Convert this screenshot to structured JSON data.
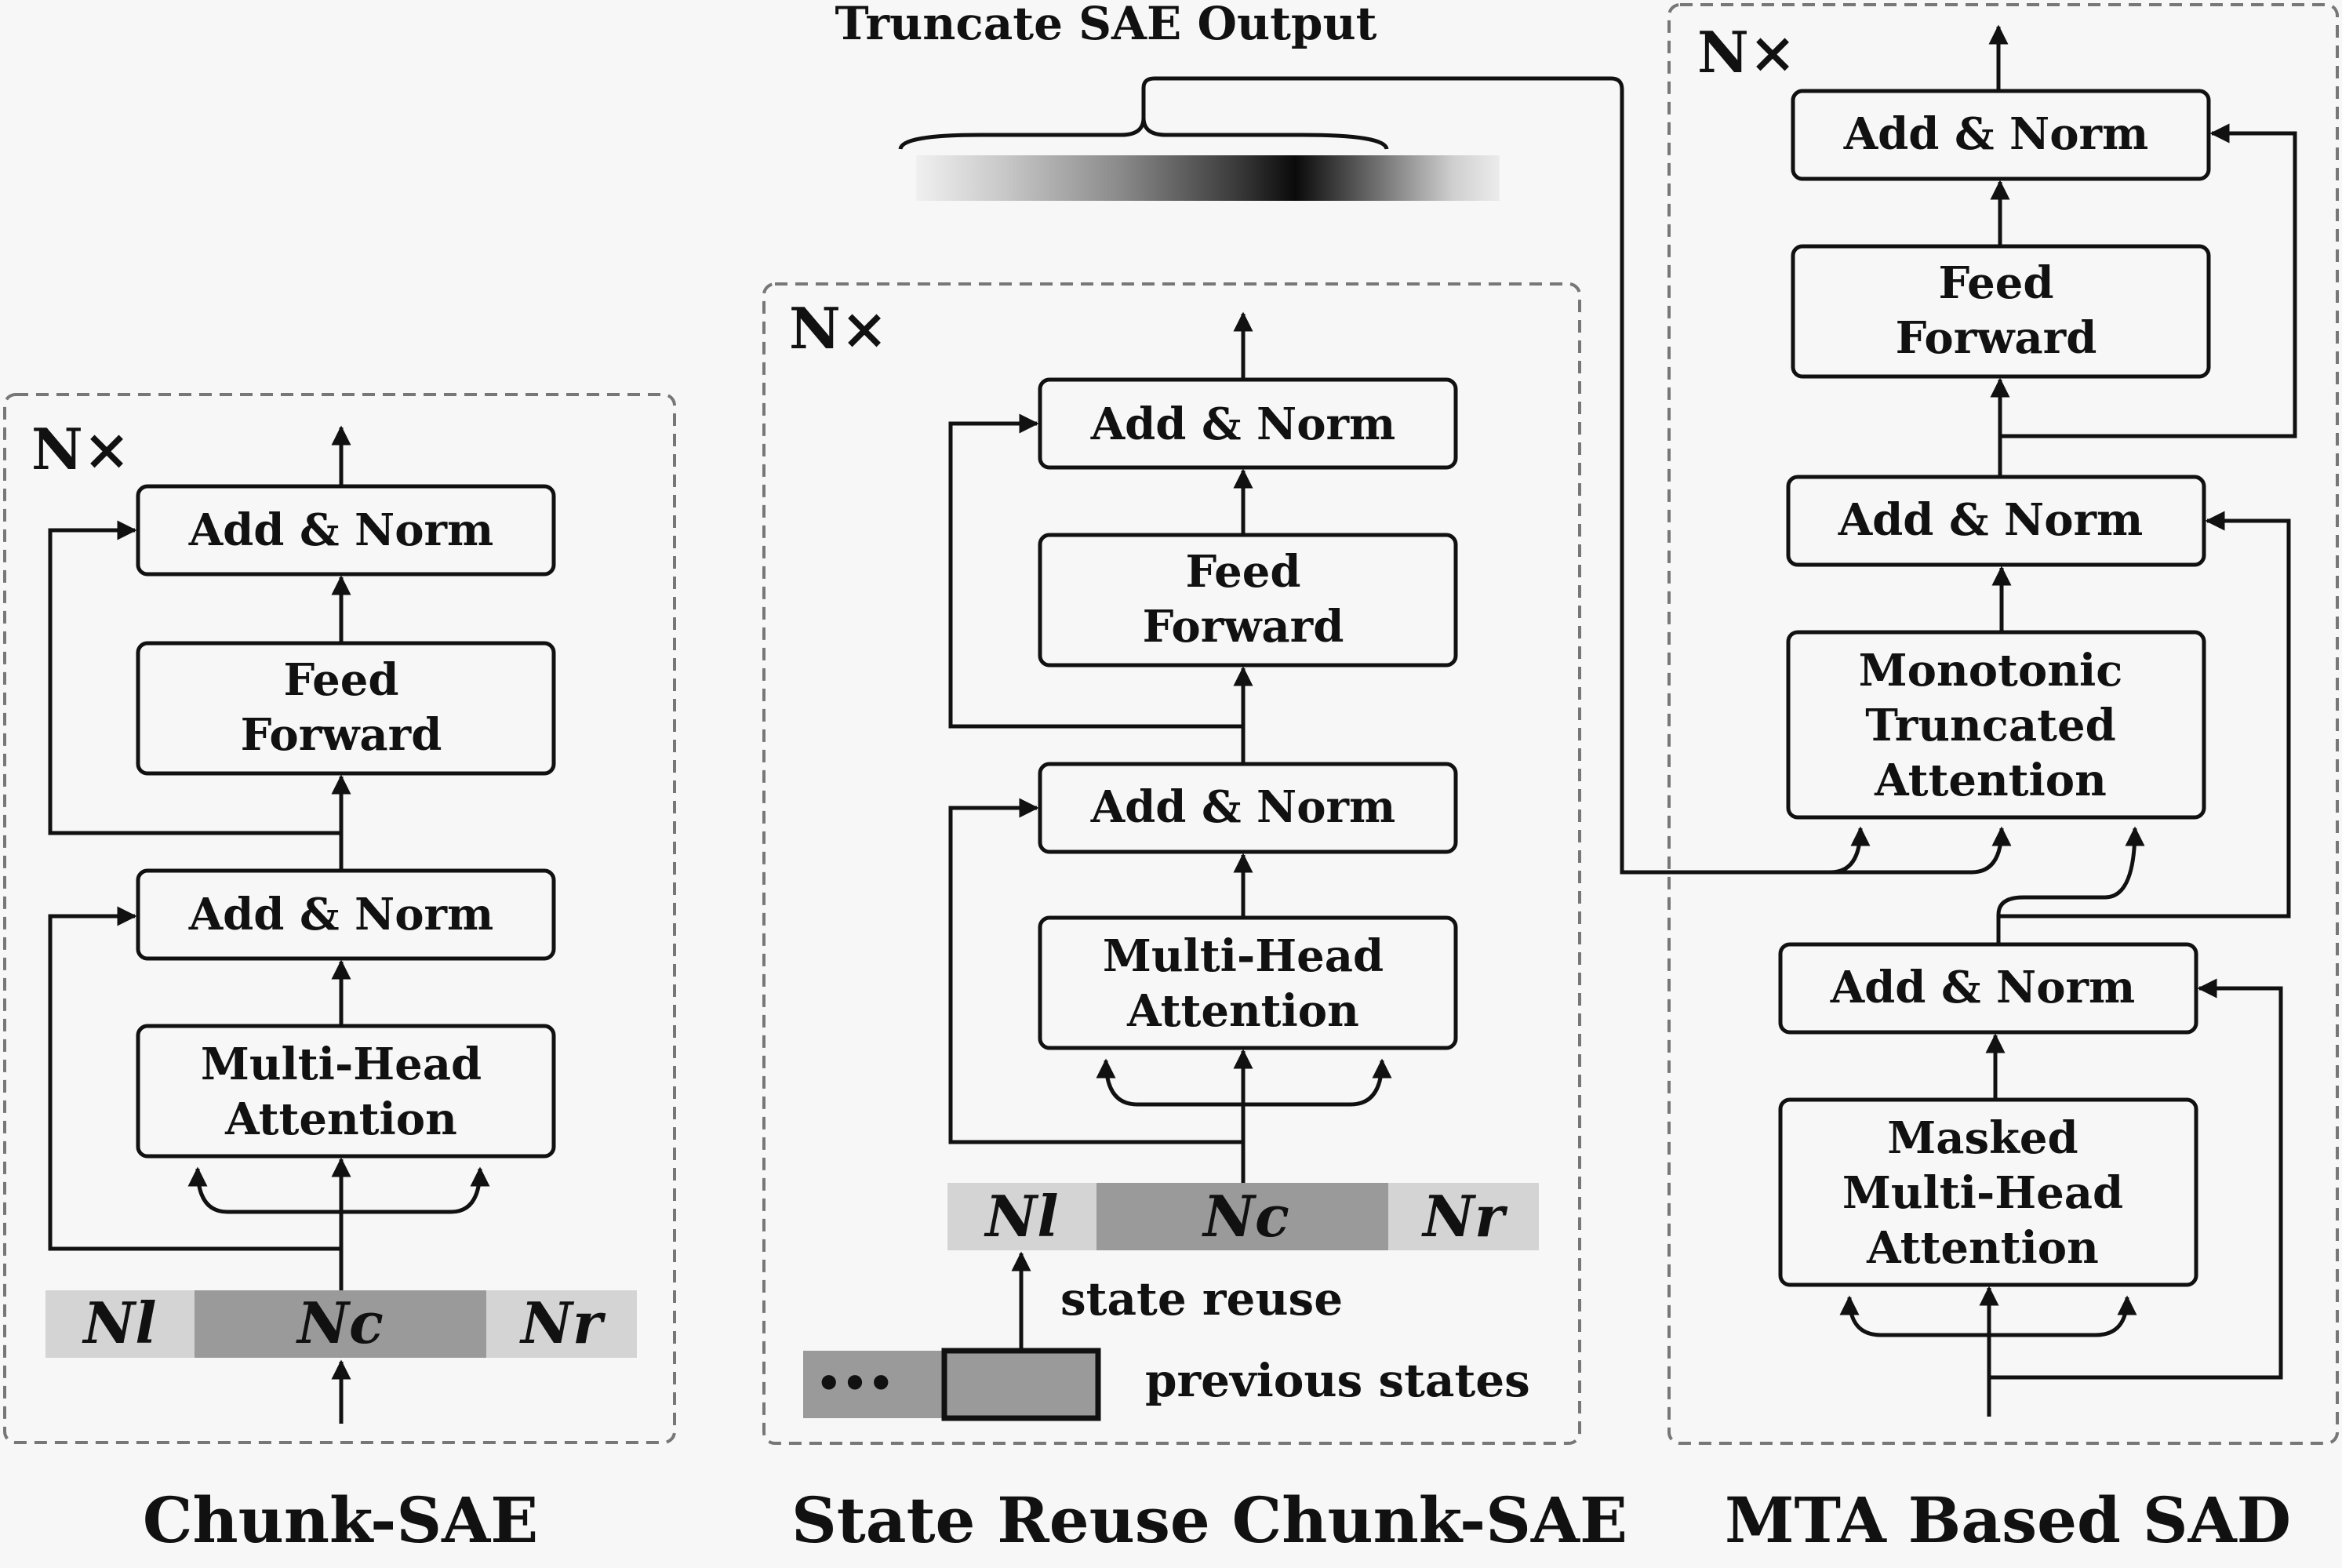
{
  "chunk_sae": {
    "repeat": "N×",
    "add_norm_top": "Add & Norm",
    "feed_forward": [
      "Feed",
      "Forward"
    ],
    "add_norm_bottom": "Add & Norm",
    "attention": [
      "Multi-Head",
      "Attention"
    ],
    "segments": {
      "left": "Nl",
      "center": "Nc",
      "right": "Nr"
    },
    "caption": "Chunk-SAE"
  },
  "state_reuse": {
    "header": "Truncate SAE Output",
    "repeat": "N×",
    "add_norm_top": "Add & Norm",
    "feed_forward": [
      "Feed",
      "Forward"
    ],
    "add_norm_bottom": "Add & Norm",
    "attention": [
      "Multi-Head",
      "Attention"
    ],
    "segments": {
      "left": "Nl",
      "center": "Nc",
      "right": "Nr"
    },
    "state_reuse_label": "state reuse",
    "ellipsis": "•••",
    "previous_states_label": "previous states",
    "caption": "State Reuse Chunk-SAE"
  },
  "mta_sad": {
    "repeat": "N×",
    "add_norm_top": "Add & Norm",
    "feed_forward": [
      "Feed",
      "Forward"
    ],
    "add_norm_mid": "Add & Norm",
    "mta": [
      "Monotonic",
      "Truncated",
      "Attention"
    ],
    "add_norm_bottom": "Add & Norm",
    "masked": [
      "Masked",
      "Multi-Head",
      "Attention"
    ],
    "caption": "MTA Based SAD"
  },
  "colors": {
    "background": "#f7f7f7",
    "segment_side": "#d4d4d4",
    "segment_center": "#9a9a9a",
    "line": "#111111",
    "frame": "#777777"
  }
}
